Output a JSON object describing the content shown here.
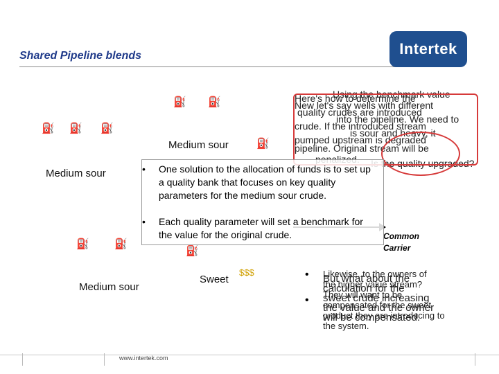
{
  "slide": {
    "title": "Shared Pipeline blends",
    "logo_text": "Intertek",
    "labels": {
      "medium_sour_a": "Medium sour",
      "medium_sour_b": "Medium sour",
      "medium_sour_c": "Medium sour",
      "sweet": "Sweet",
      "dollars": "$$$",
      "common_carrier": "Common Carrier"
    },
    "callout_bullets": [
      "One solution to the allocation of funds is to set up a quality bank that focuses on key quality parameters for the medium sour crude.",
      "Each quality parameter will set a benchmark for the value for the original crude."
    ],
    "overlap_top": [
      "Using the benchmark value",
      "Here's how to determine the",
      "New let's say wells with different",
      "quality crudes are introduced",
      "into the pipeline. We need to",
      "crude. If the introduced stream",
      "is sour and heavy, it",
      "pumped upstream is degraded",
      "pipeline. Original stream will be",
      "penalized.",
      "Is the quality upgraded?"
    ],
    "overlap_bottom": [
      "Likewise, to the owners of",
      "the higher value stream?",
      "They will want to be",
      "compensated for the sweet",
      "product they are introducing to",
      "the system."
    ],
    "overlap_bottom_2": [
      "But what about the",
      "calculation for the",
      "sweet crude increasing",
      "the value and the owner",
      "will be compensated."
    ],
    "footer_url": "www.intertek.com",
    "colors": {
      "title": "#1f3a8a",
      "logo_bg": "#1f4f8f",
      "highlight": "#d63a3a",
      "dollars": "#d0a000"
    }
  }
}
